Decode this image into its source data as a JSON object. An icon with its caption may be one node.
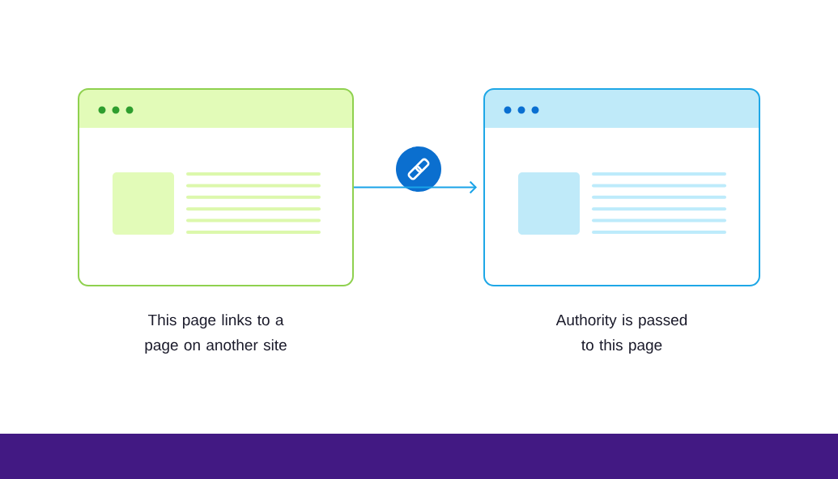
{
  "diagram": {
    "nodes": [
      {
        "text": [],
        "shape": "box",
        "beside": [
          "This page links to a page on another site"
        ]
      },
      {
        "text": [],
        "shape": "box",
        "beside": [
          "Authority is passed to this page"
        ]
      }
    ],
    "edges": [
      {
        "from": 0,
        "to": 1,
        "arrow": "to"
      }
    ]
  }
}
